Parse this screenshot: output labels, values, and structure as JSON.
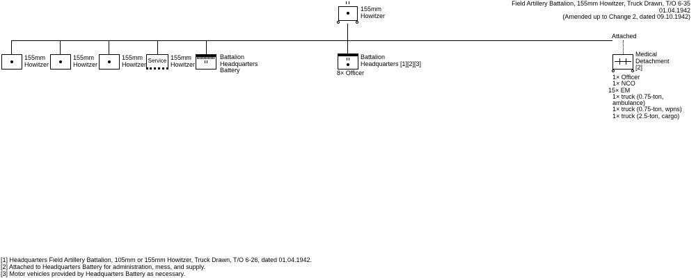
{
  "header": {
    "title": "Field Artillery Battalion, 155mm Howitzer, Truck Drawn, T/O 6-35",
    "date": "01.04.1942",
    "amended": "(Amended up to Change 2, dated 09.10.1942)"
  },
  "top_unit": {
    "line1": "155mm",
    "line2": "Howitzer"
  },
  "units": [
    {
      "line1": "155mm",
      "line2": "Howitzer"
    },
    {
      "line1": "155mm",
      "line2": "Howitzer"
    },
    {
      "line1": "155mm",
      "line2": "Howitzer"
    },
    {
      "box_text": "Service",
      "line1": "155mm",
      "line2": "Howitzer"
    },
    {
      "line1": "Battalion",
      "line2": "Headquarters",
      "line3": "Battery"
    }
  ],
  "hq": {
    "line1": "Battalion",
    "line2": "Headquarters [1][2][3]",
    "personnel": "8× Officer"
  },
  "attached_label": "Attached",
  "medical": {
    "line1": "Medical",
    "line2": "Detachment",
    "line3": "[2]",
    "items": [
      "1× Officer",
      "1× NCO",
      "15× EM",
      "1× truck (0.75-ton, ambulance)",
      "1× truck (0.75-ton, wpns)",
      "1× truck (2.5-ton, cargo)"
    ]
  },
  "notes": [
    "[1] Headquarters Field Artillery Battalion, 105mm or 155mm Howitzer, Truck Drawn, T/O 6-26, dated 01.04.1942.",
    "[2] Attached to Headquarters Battery for administration, mess, and supply.",
    "[3] Motor vehicles provided by Headquarters Battery as necessary."
  ]
}
